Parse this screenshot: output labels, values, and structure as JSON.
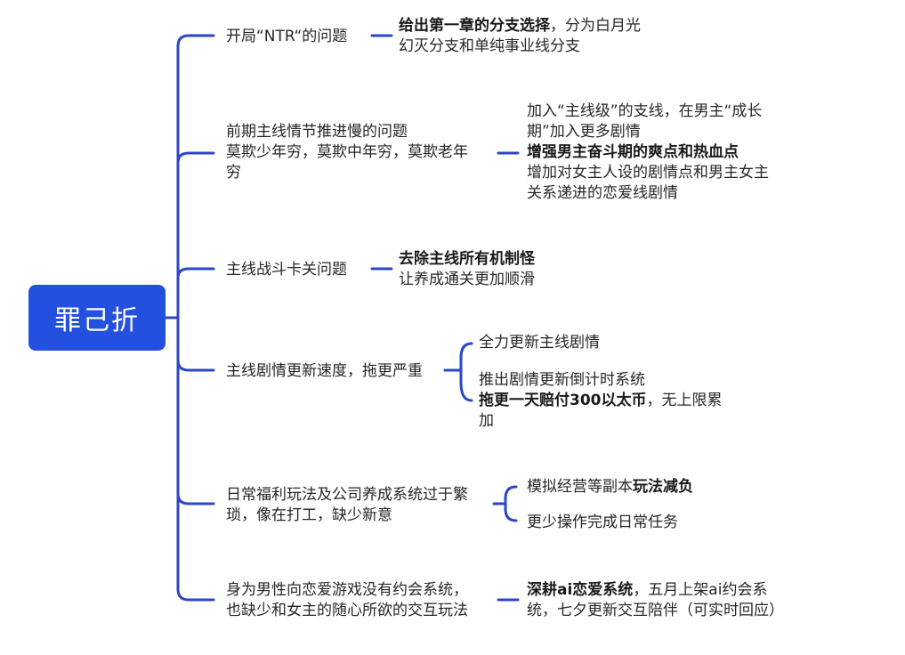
{
  "root": {
    "label": "罪己折"
  },
  "branches": [
    {
      "issue": [
        "开局“NTR“的问题"
      ],
      "solution": {
        "bold": "给出第一章的分支选择",
        "rest": "，分为白月光",
        "line2": "幻灭分支和单纯事业线分支"
      }
    },
    {
      "issue": [
        "前期主线情节推进慢的问题",
        "莫欺少年穷，莫欺中年穷，莫欺老年",
        "穷"
      ],
      "solutions": [
        "加入“主线级”的支线，在男主“成长",
        "期”加入更多剧情"
      ],
      "bold": "增强男主奋斗期的爽点和热血点",
      "after": [
        "增加对女主人设的剧情点和男主女主",
        "关系递进的恋爱线剧情"
      ]
    },
    {
      "issue": [
        "主线战斗卡关问题"
      ],
      "solution": {
        "bold": "去除主线所有机制怪",
        "line2": "让养成通关更加顺滑"
      }
    },
    {
      "issue": [
        "主线剧情更新速度，拖更严重"
      ],
      "children": [
        {
          "text": "全力更新主线剧情"
        },
        {
          "text": "推出剧情更新倒计时系统",
          "bold": "拖更一天赔付300以太币",
          "rest": "，无上限累",
          "line3": "加"
        }
      ]
    },
    {
      "issue": [
        "日常福利玩法及公司养成系统过于繁",
        "琐，像在打工，缺少新意"
      ],
      "children": [
        {
          "text": "模拟经营等副本",
          "bold": "玩法减负"
        },
        {
          "text": "更少操作完成日常任务"
        }
      ]
    },
    {
      "issue": [
        "身为男性向恋爱游戏没有约会系统，",
        "也缺少和女主的随心所欲的交互玩法"
      ],
      "solution": {
        "bold": "深耕ai恋爱系统",
        "rest": "，五月上架ai约会系",
        "line2": "统，七夕更新交互陪伴（可实时回应）"
      }
    }
  ],
  "colors": {
    "root_bg": "#2450e0",
    "line": "#2b46c8",
    "text": "#262626"
  }
}
